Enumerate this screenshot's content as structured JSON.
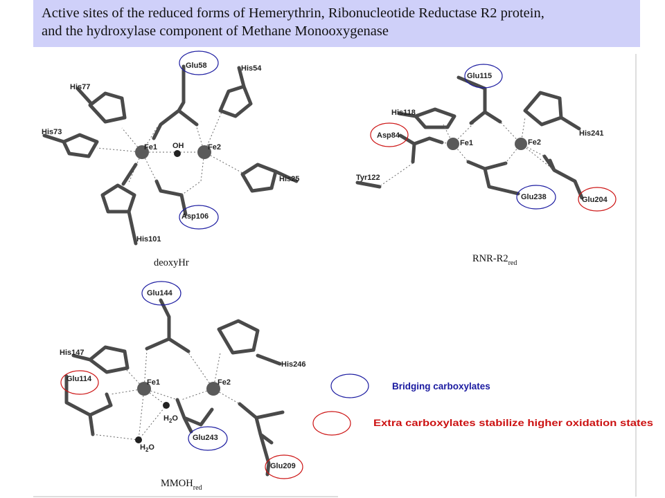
{
  "title": {
    "line1": "Active sites of the reduced forms of Hemerythrin, Ribonucleotide Reductase R2 protein,",
    "line2": "and the hydroxylase component of Methane Monooxygenase"
  },
  "panels": {
    "deoxyhr": {
      "label": "deoxyHr",
      "atoms": {
        "fe1": "Fe1",
        "fe2": "Fe2",
        "oh": "OH"
      },
      "residues": {
        "glu58": "Glu58",
        "his54": "His54",
        "his77": "His77",
        "his73": "His73",
        "his25": "His25",
        "asp106": "Asp106",
        "his101": "His101"
      }
    },
    "rnr": {
      "label": "RNR-R2",
      "label_sub": "red",
      "atoms": {
        "fe1": "Fe1",
        "fe2": "Fe2"
      },
      "residues": {
        "glu115": "Glu115",
        "his118": "His118",
        "asp84": "Asp84",
        "tyr122": "Tyr122",
        "his241": "His241",
        "glu238": "Glu238",
        "glu204": "Glu204"
      }
    },
    "mmoh": {
      "label": "MMOH",
      "label_sub": "red",
      "atoms": {
        "fe1": "Fe1",
        "fe2": "Fe2",
        "h2o_a": "H",
        "h2o_a_sub": "2",
        "h2o_a_end": "O",
        "h2o_b": "H",
        "h2o_b_sub": "2",
        "h2o_b_end": "O"
      },
      "residues": {
        "glu144": "Glu144",
        "his147": "His147",
        "his246": "His246",
        "glu114": "Glu114",
        "glu243": "Glu243",
        "glu209": "Glu209"
      }
    }
  },
  "legend": {
    "bridging": {
      "label": "Bridging carboxylates",
      "color": "#1a1aa0"
    },
    "extra": {
      "label": "Extra carboxylates stabilize higher oxidation states",
      "color": "#cc1111"
    }
  },
  "colors": {
    "banner": "#cfd0f9",
    "bridging_circle": "#1a1aa0",
    "extra_circle": "#cc1111",
    "bond": "#4a4a4a"
  }
}
